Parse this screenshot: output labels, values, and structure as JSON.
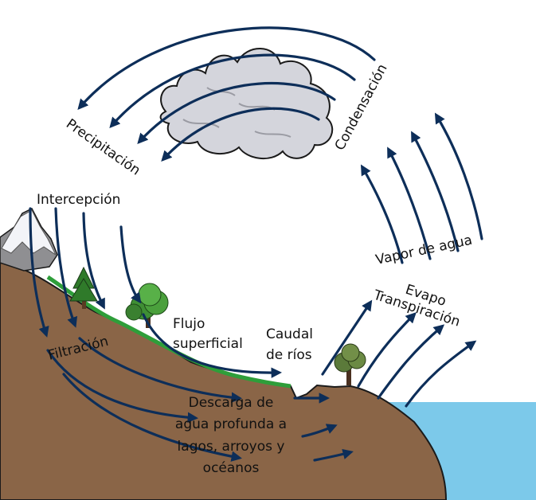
{
  "labels": {
    "precipitation": "Precipitación",
    "condensation": "Condensación",
    "interception": "Intercepción",
    "water_vapor": "Vapor de agua",
    "evapo_1": "Evapo",
    "evapo_2": "Transpiración",
    "filtration": "Filtración",
    "surface_flow_1": "Flujo",
    "surface_flow_2": "superficial",
    "river_flow_1": "Caudal",
    "river_flow_2": "de ríos",
    "discharge_1": "Descarga de",
    "discharge_2": "agua profunda a",
    "discharge_3": "lagos, arroyos y",
    "discharge_4": "océanos"
  },
  "colors": {
    "arrow": "#0d2e59",
    "ground": "#8a6547",
    "grass": "#2e9e3a",
    "water": "#7cc9ea",
    "cloud": "#d4d5dc",
    "mountain": "#8f8f92",
    "snow": "#f3f4f8"
  }
}
